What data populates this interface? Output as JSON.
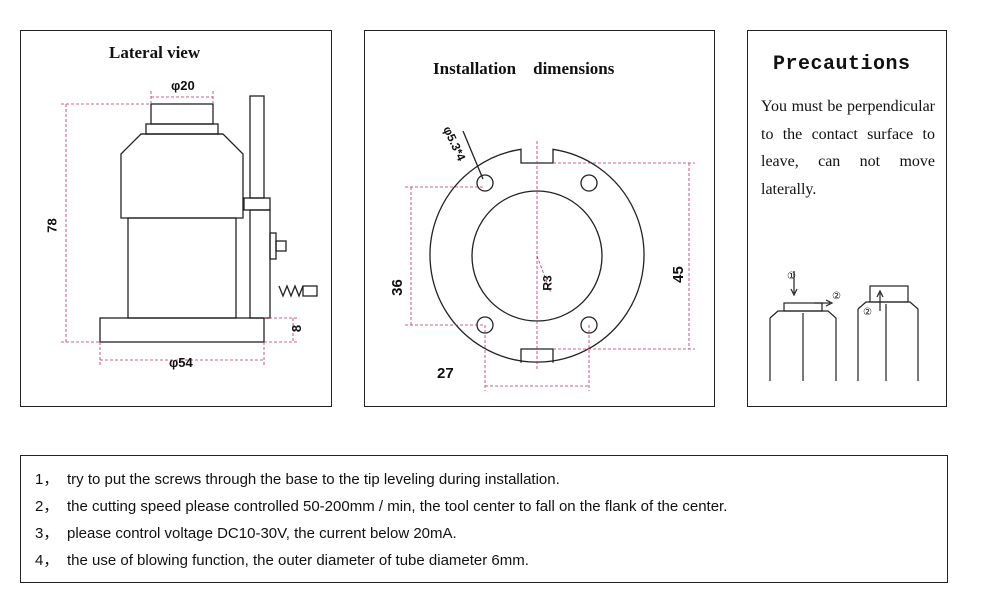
{
  "lateral": {
    "title": "Lateral view",
    "dim_top": "φ20",
    "dim_height": "78",
    "dim_base_h": "8",
    "dim_base_w": "φ54"
  },
  "install": {
    "title": "Installation    dimensions",
    "dim_hole": "φ5.3*4",
    "dim_radius": "R3",
    "dim_left": "36",
    "dim_right": "45",
    "dim_bottom": "27"
  },
  "precautions": {
    "title": "Precautions",
    "text": "You must be perpendicular to the contact surface to leave, can not move laterally.",
    "marker_1": "①",
    "marker_2": "②"
  },
  "notes": [
    {
      "num": "1，",
      "text": "try to put the screws through the base to the tip leveling during installation."
    },
    {
      "num": "2，",
      "text": "the cutting speed please controlled 50-200mm / min, the tool center to fall on the flank of the center."
    },
    {
      "num": "3，",
      "text": "please control voltage DC10-30V, the current below 20mA."
    },
    {
      "num": "4，",
      "text": "the use of blowing function, the outer diameter of tube diameter 6mm."
    }
  ]
}
